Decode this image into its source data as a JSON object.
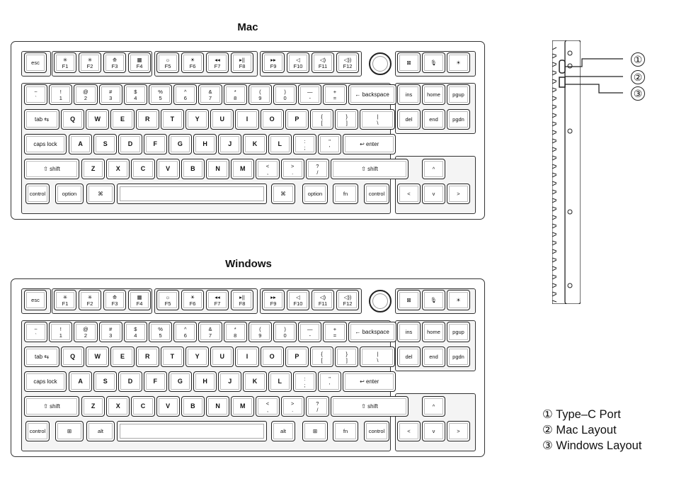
{
  "layouts": [
    {
      "title": "Mac",
      "fn_row": [
        {
          "top": "✳",
          "bottom": "F1"
        },
        {
          "top": "✳",
          "bottom": "F2"
        },
        {
          "top": "⟰",
          "bottom": "F3"
        },
        {
          "top": "▦",
          "bottom": "F4"
        },
        {
          "top": "☼",
          "bottom": "F5"
        },
        {
          "top": "☀",
          "bottom": "F6"
        },
        {
          "top": "◂◂",
          "bottom": "F7"
        },
        {
          "top": "▸||",
          "bottom": "F8"
        },
        {
          "top": "▸▸",
          "bottom": "F9"
        },
        {
          "top": "◁",
          "bottom": "F10"
        },
        {
          "top": "◁)",
          "bottom": "F11"
        },
        {
          "top": "◁))",
          "bottom": "F12"
        }
      ],
      "esc": "esc",
      "nav_top": [
        {
          "top": "⊠",
          "bottom": ""
        },
        {
          "top": "🎙",
          "bottom": ""
        },
        {
          "top": "☀",
          "bottom": ""
        }
      ],
      "num_row": [
        {
          "top": "~",
          "bottom": "`"
        },
        {
          "top": "!",
          "bottom": "1"
        },
        {
          "top": "@",
          "bottom": "2"
        },
        {
          "top": "#",
          "bottom": "3"
        },
        {
          "top": "$",
          "bottom": "4"
        },
        {
          "top": "%",
          "bottom": "5"
        },
        {
          "top": "^",
          "bottom": "6"
        },
        {
          "top": "&",
          "bottom": "7"
        },
        {
          "top": "*",
          "bottom": "8"
        },
        {
          "top": "(",
          "bottom": "9"
        },
        {
          "top": ")",
          "bottom": "0"
        },
        {
          "top": "—",
          "bottom": "-"
        },
        {
          "top": "+",
          "bottom": "="
        }
      ],
      "backspace": "← backspace",
      "nav_1": [
        "ins",
        "home",
        "pgup"
      ],
      "tab": "tab ⇆",
      "qrow": [
        "Q",
        "W",
        "E",
        "R",
        "T",
        "Y",
        "U",
        "I",
        "O",
        "P"
      ],
      "qrow_br": [
        {
          "top": "{",
          "bottom": "["
        },
        {
          "top": "}",
          "bottom": "]"
        },
        {
          "top": "|",
          "bottom": "\\"
        }
      ],
      "nav_2": [
        "del",
        "end",
        "pgdn"
      ],
      "caps": "caps lock",
      "arow": [
        "A",
        "S",
        "D",
        "F",
        "G",
        "H",
        "J",
        "K",
        "L"
      ],
      "arow_p": [
        {
          "top": ":",
          "bottom": ";"
        },
        {
          "top": "\"",
          "bottom": "'"
        }
      ],
      "enter": "↩ enter",
      "lshift": "⇧ shift",
      "zrow": [
        "Z",
        "X",
        "C",
        "V",
        "B",
        "N",
        "M"
      ],
      "zrow_p": [
        {
          "top": "<",
          "bottom": ","
        },
        {
          "top": ">",
          "bottom": "."
        },
        {
          "top": "?",
          "bottom": "/"
        }
      ],
      "rshift": "⇧ shift",
      "arrows": {
        "up": "^",
        "left": "<",
        "down": "v",
        "right": ">"
      },
      "bottom_left": [
        "control",
        "option",
        "⌘"
      ],
      "bottom_right": [
        "⌘",
        "option",
        "fn",
        "control"
      ]
    },
    {
      "title": "Windows",
      "fn_row": [
        {
          "top": "✳",
          "bottom": "F1"
        },
        {
          "top": "✳",
          "bottom": "F2"
        },
        {
          "top": "⟰",
          "bottom": "F3"
        },
        {
          "top": "▦",
          "bottom": "F4"
        },
        {
          "top": "☼",
          "bottom": "F5"
        },
        {
          "top": "☀",
          "bottom": "F6"
        },
        {
          "top": "◂◂",
          "bottom": "F7"
        },
        {
          "top": "▸||",
          "bottom": "F8"
        },
        {
          "top": "▸▸",
          "bottom": "F9"
        },
        {
          "top": "◁",
          "bottom": "F10"
        },
        {
          "top": "◁)",
          "bottom": "F11"
        },
        {
          "top": "◁))",
          "bottom": "F12"
        }
      ],
      "esc": "esc",
      "nav_top": [
        {
          "top": "⊠",
          "bottom": ""
        },
        {
          "top": "🎙",
          "bottom": ""
        },
        {
          "top": "☀",
          "bottom": ""
        }
      ],
      "num_row": [
        {
          "top": "~",
          "bottom": "`"
        },
        {
          "top": "!",
          "bottom": "1"
        },
        {
          "top": "@",
          "bottom": "2"
        },
        {
          "top": "#",
          "bottom": "3"
        },
        {
          "top": "$",
          "bottom": "4"
        },
        {
          "top": "%",
          "bottom": "5"
        },
        {
          "top": "^",
          "bottom": "6"
        },
        {
          "top": "&",
          "bottom": "7"
        },
        {
          "top": "*",
          "bottom": "8"
        },
        {
          "top": "(",
          "bottom": "9"
        },
        {
          "top": ")",
          "bottom": "0"
        },
        {
          "top": "—",
          "bottom": "-"
        },
        {
          "top": "+",
          "bottom": "="
        }
      ],
      "backspace": "← backspace",
      "nav_1": [
        "ins",
        "home",
        "pgup"
      ],
      "tab": "tab ⇆",
      "qrow": [
        "Q",
        "W",
        "E",
        "R",
        "T",
        "Y",
        "U",
        "I",
        "O",
        "P"
      ],
      "qrow_br": [
        {
          "top": "{",
          "bottom": "["
        },
        {
          "top": "}",
          "bottom": "]"
        },
        {
          "top": "|",
          "bottom": "\\"
        }
      ],
      "nav_2": [
        "del",
        "end",
        "pgdn"
      ],
      "caps": "caps lock",
      "arow": [
        "A",
        "S",
        "D",
        "F",
        "G",
        "H",
        "J",
        "K",
        "L"
      ],
      "arow_p": [
        {
          "top": ":",
          "bottom": ";"
        },
        {
          "top": "\"",
          "bottom": "'"
        }
      ],
      "enter": "↩ enter",
      "lshift": "⇧ shift",
      "zrow": [
        "Z",
        "X",
        "C",
        "V",
        "B",
        "N",
        "M"
      ],
      "zrow_p": [
        {
          "top": "<",
          "bottom": ","
        },
        {
          "top": ">",
          "bottom": "."
        },
        {
          "top": "?",
          "bottom": "/"
        }
      ],
      "rshift": "⇧ shift",
      "arrows": {
        "up": "^",
        "left": "<",
        "down": "v",
        "right": ">"
      },
      "bottom_left": [
        "control",
        "⊞",
        "alt"
      ],
      "bottom_right": [
        "alt",
        "⊞",
        "fn",
        "control"
      ]
    }
  ],
  "side_view": {
    "callouts": [
      "①",
      "②",
      "③"
    ]
  },
  "legend": [
    "① Type–C Port",
    "② Mac Layout",
    "③ Windows Layout"
  ]
}
